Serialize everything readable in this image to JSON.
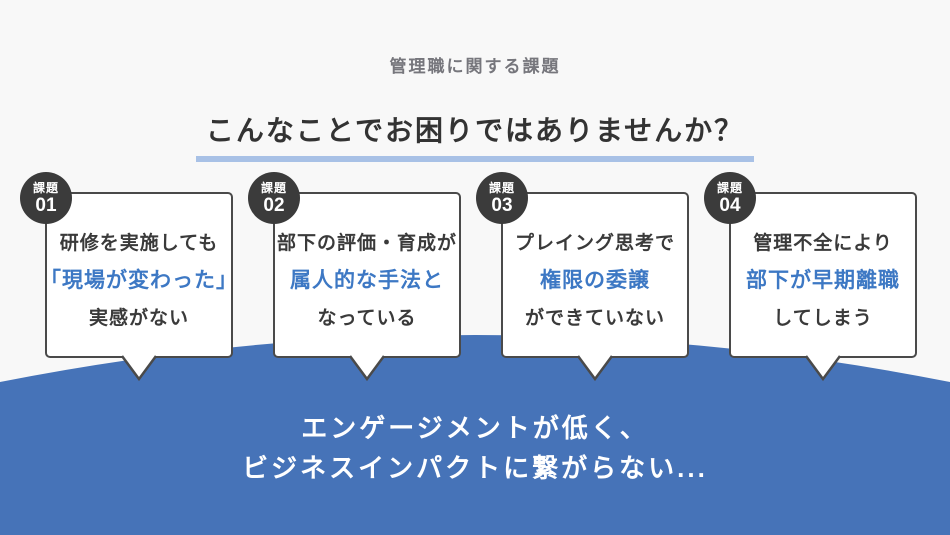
{
  "header": {
    "subtitle": "管理職に関する課題",
    "title": "こんなことでお困りではありませんか？"
  },
  "cards": [
    {
      "badge_label": "課題",
      "badge_number": "01",
      "lines": [
        {
          "text": "研修を実施しても",
          "emphasis": false
        },
        {
          "text": "「現場が変わった」",
          "emphasis": true
        },
        {
          "text": "実感がない",
          "emphasis": false
        }
      ]
    },
    {
      "badge_label": "課題",
      "badge_number": "02",
      "lines": [
        {
          "text": "部下の評価・育成が",
          "emphasis": false
        },
        {
          "text": "属人的な手法と",
          "emphasis": true
        },
        {
          "text": "なっている",
          "emphasis": false
        }
      ]
    },
    {
      "badge_label": "課題",
      "badge_number": "03",
      "lines": [
        {
          "text": "プレイング思考で",
          "emphasis": false
        },
        {
          "text": "権限の委譲",
          "emphasis": true
        },
        {
          "text": "ができていない",
          "emphasis": false
        }
      ]
    },
    {
      "badge_label": "課題",
      "badge_number": "04",
      "lines": [
        {
          "text": "管理不全により",
          "emphasis": false
        },
        {
          "text": "部下が早期離職",
          "emphasis": true
        },
        {
          "text": "してしまう",
          "emphasis": false
        }
      ]
    }
  ],
  "footer": {
    "lines": [
      "エンゲージメントが低く、",
      "ビジネスインパクトに繋がらない..."
    ]
  },
  "colors": {
    "background": "#f8f8f8",
    "wave_blue": "#4673b8",
    "accent_text_blue": "#3d78c4",
    "underline_blue": "#a8c1e6",
    "dark_text": "#3a3a3a",
    "subtitle_gray": "#76767c",
    "badge_dark": "#3b3b3b",
    "card_border": "#4a4a4a"
  }
}
